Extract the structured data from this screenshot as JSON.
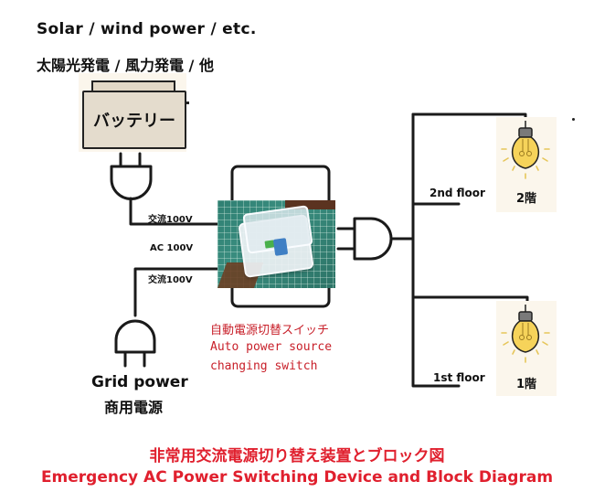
{
  "header": {
    "title_en": "Solar / wind power / etc.",
    "title_jp": "太陽光発電 / 風力発電 / 他"
  },
  "battery": {
    "label": "バッテリー"
  },
  "connections": {
    "upper_label": "交流100V",
    "middle_label": "AC 100V",
    "lower_label": "交流100V"
  },
  "switch": {
    "label_jp": "自動電源切替スイッチ",
    "label_en_line1": "Auto power source",
    "label_en_line2": "changing switch"
  },
  "grid": {
    "label_en": "Grid power",
    "label_jp": "商用電源"
  },
  "floors": [
    {
      "label_en": "2nd floor",
      "label_jp": "2階"
    },
    {
      "label_en": "1st floor",
      "label_jp": "1階"
    }
  ],
  "footer": {
    "title_jp": "非常用交流電源切り替え装置とブロック図",
    "title_en": "Emergency AC Power Switching Device and Block Diagram"
  },
  "colors": {
    "accent_red": "#e0202e",
    "switch_label_red": "#c8202a",
    "battery_fill": "#e4dccd",
    "bulb_yellow": "#f6d35a"
  }
}
